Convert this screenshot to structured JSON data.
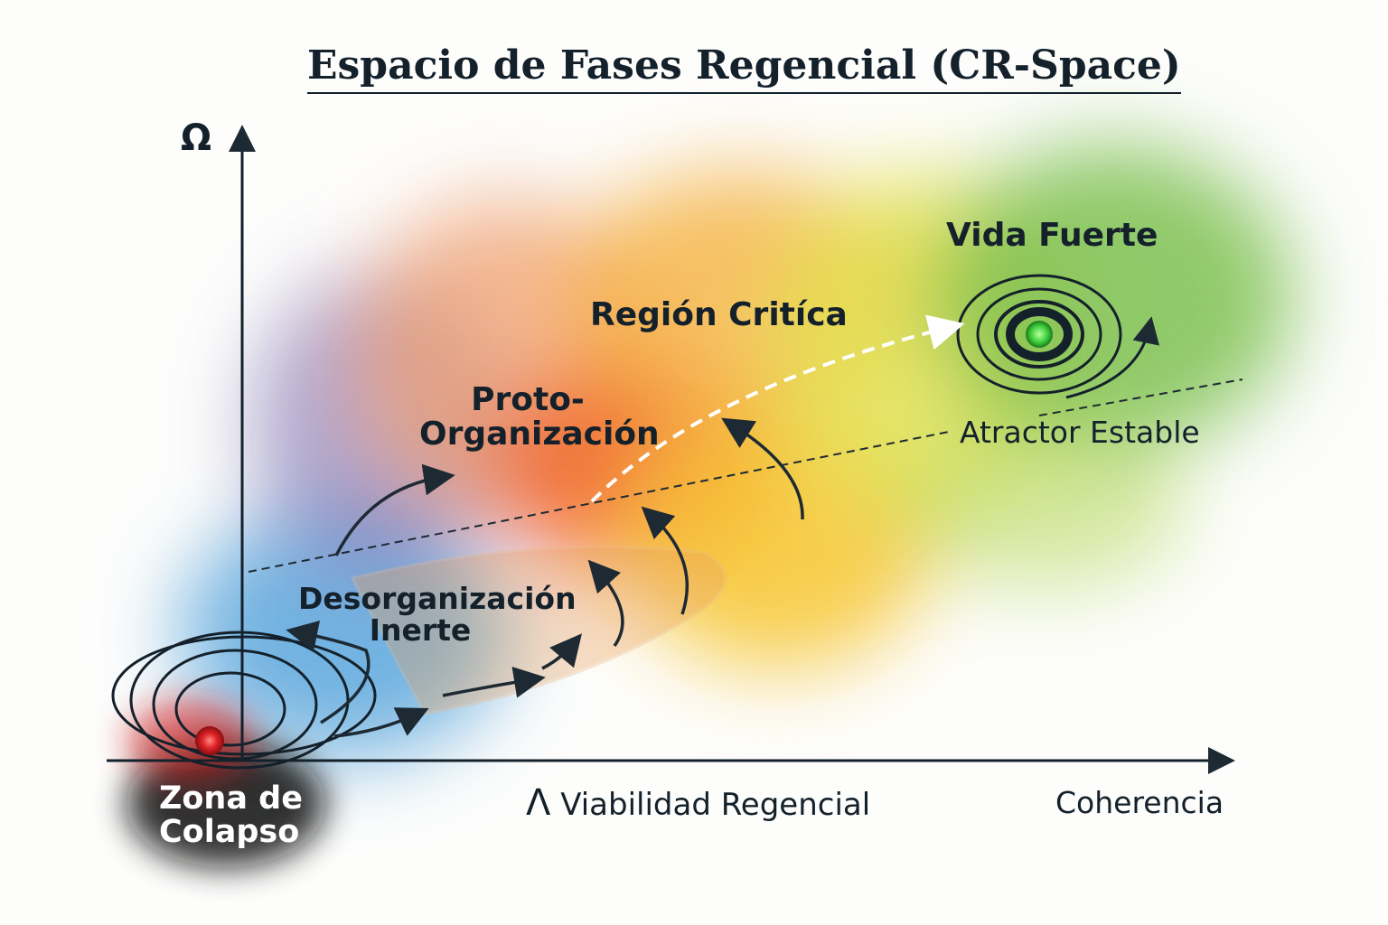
{
  "title": "Espacio de Fases Regencial (CR-Space)",
  "axes": {
    "y_symbol": "Ω",
    "x_symbol": "Λ",
    "x_label": "Viabilidad Regencial",
    "x_right_label": "Coherencia"
  },
  "regions": {
    "strong_life": "Vida Fuerte",
    "critical": "Región Critíca",
    "proto_line1": "Proto-",
    "proto_line2": "Organización",
    "attractor": "Atractor Estable",
    "inert_line1": "Desorganización",
    "inert_line2": "Inerte",
    "collapse_line1": "Zona de",
    "collapse_line2": "Colapso"
  },
  "colors": {
    "ink": "#14212b",
    "collapse_dot": "#e0242a",
    "attractor_dot": "#3fd03f"
  }
}
